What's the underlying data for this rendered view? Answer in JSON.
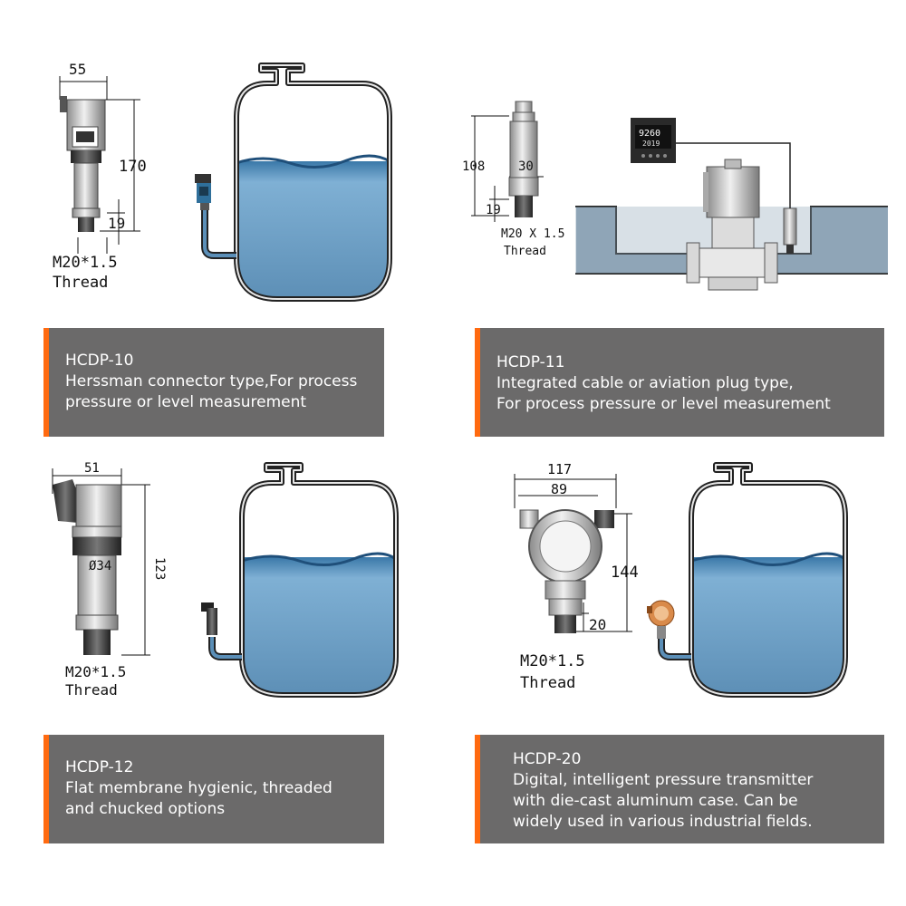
{
  "colors": {
    "caption_bg": "#6b6a6a",
    "accent": "#ff6a10",
    "water": "#5b8fb8"
  },
  "products": [
    {
      "id": "HCDP-10",
      "model": "HCDP-10",
      "desc_lines": [
        "Herssman connector type,For process",
        "pressure or level measurement"
      ],
      "dims": {
        "width": "55",
        "height": "170",
        "thread_len": "19",
        "thread": "M20*1.5",
        "thread_word": "Thread"
      }
    },
    {
      "id": "HCDP-11",
      "model": "HCDP-11",
      "desc_lines": [
        "Integrated cable or aviation plug type,",
        "For process pressure or level measurement"
      ],
      "dims": {
        "width": "30",
        "height": "108",
        "thread_len": "19",
        "thread": "M20 X 1.5",
        "thread_word": "Thread"
      },
      "display_top": "9260",
      "display_bottom": "2019"
    },
    {
      "id": "HCDP-12",
      "model": "HCDP-12",
      "desc_lines": [
        "Flat membrane hygienic, threaded",
        "and chucked options"
      ],
      "dims": {
        "width": "51",
        "height": "123",
        "diameter": "Ø34",
        "thread": "M20*1.5",
        "thread_word": "Thread"
      }
    },
    {
      "id": "HCDP-20",
      "model": "HCDP-20",
      "desc_lines": [
        "Digital, intelligent pressure transmitter",
        "with die-cast aluminum case. Can be",
        "widely used in various industrial fields."
      ],
      "dims": {
        "width_outer": "117",
        "width_inner": "89",
        "height": "144",
        "thread_len": "20",
        "thread": "M20*1.5",
        "thread_word": "Thread"
      }
    }
  ]
}
